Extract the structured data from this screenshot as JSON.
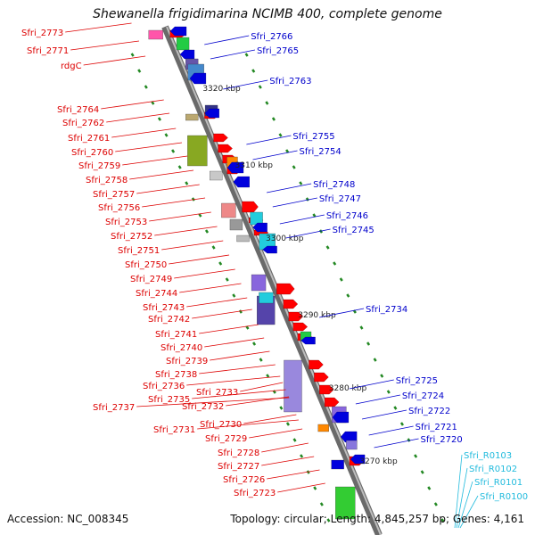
{
  "title": "Shewanella frigidimarina NCIMB 400, complete genome",
  "accession": "Accession: NC_008345",
  "summary": "Topology: circular; Length: 4,845,257 bp; Genes: 4,161",
  "colors": {
    "left_label": "#dd0000",
    "right_label": "#0000cc",
    "rna_label": "#22bbdd",
    "backbone": "#888888",
    "tick": "#228822",
    "forward_gene": "#ff0000",
    "reverse_gene": "#0000dd"
  },
  "scale_ticks": [
    "3320 kbp",
    "3310 kbp",
    "3300 kbp",
    "3290 kbp",
    "3280 kbp",
    "3270 kbp"
  ],
  "left_genes": [
    "Sfri_2773",
    "Sfri_2771",
    "rdgC",
    "Sfri_2764",
    "Sfri_2762",
    "Sfri_2761",
    "Sfri_2760",
    "Sfri_2759",
    "Sfri_2758",
    "Sfri_2757",
    "Sfri_2756",
    "Sfri_2753",
    "Sfri_2752",
    "Sfri_2751",
    "Sfri_2750",
    "Sfri_2749",
    "Sfri_2744",
    "Sfri_2743",
    "Sfri_2742",
    "Sfri_2741",
    "Sfri_2740",
    "Sfri_2739",
    "Sfri_2738",
    "Sfri_2736",
    "Sfri_2735",
    "Sfri_2737",
    "Sfri_2733",
    "Sfri_2732",
    "Sfri_2730",
    "Sfri_2731",
    "Sfri_2729",
    "Sfri_2728",
    "Sfri_2727",
    "Sfri_2726",
    "Sfri_2723"
  ],
  "right_genes": [
    "Sfri_2766",
    "Sfri_2765",
    "Sfri_2763",
    "Sfri_2755",
    "Sfri_2754",
    "Sfri_2748",
    "Sfri_2747",
    "Sfri_2746",
    "Sfri_2745",
    "Sfri_2734",
    "Sfri_2725",
    "Sfri_2724",
    "Sfri_2722",
    "Sfri_2721",
    "Sfri_2720"
  ],
  "rna_genes": [
    "Sfri_R0103",
    "Sfri_R0102",
    "Sfri_R0101",
    "Sfri_R0100"
  ]
}
